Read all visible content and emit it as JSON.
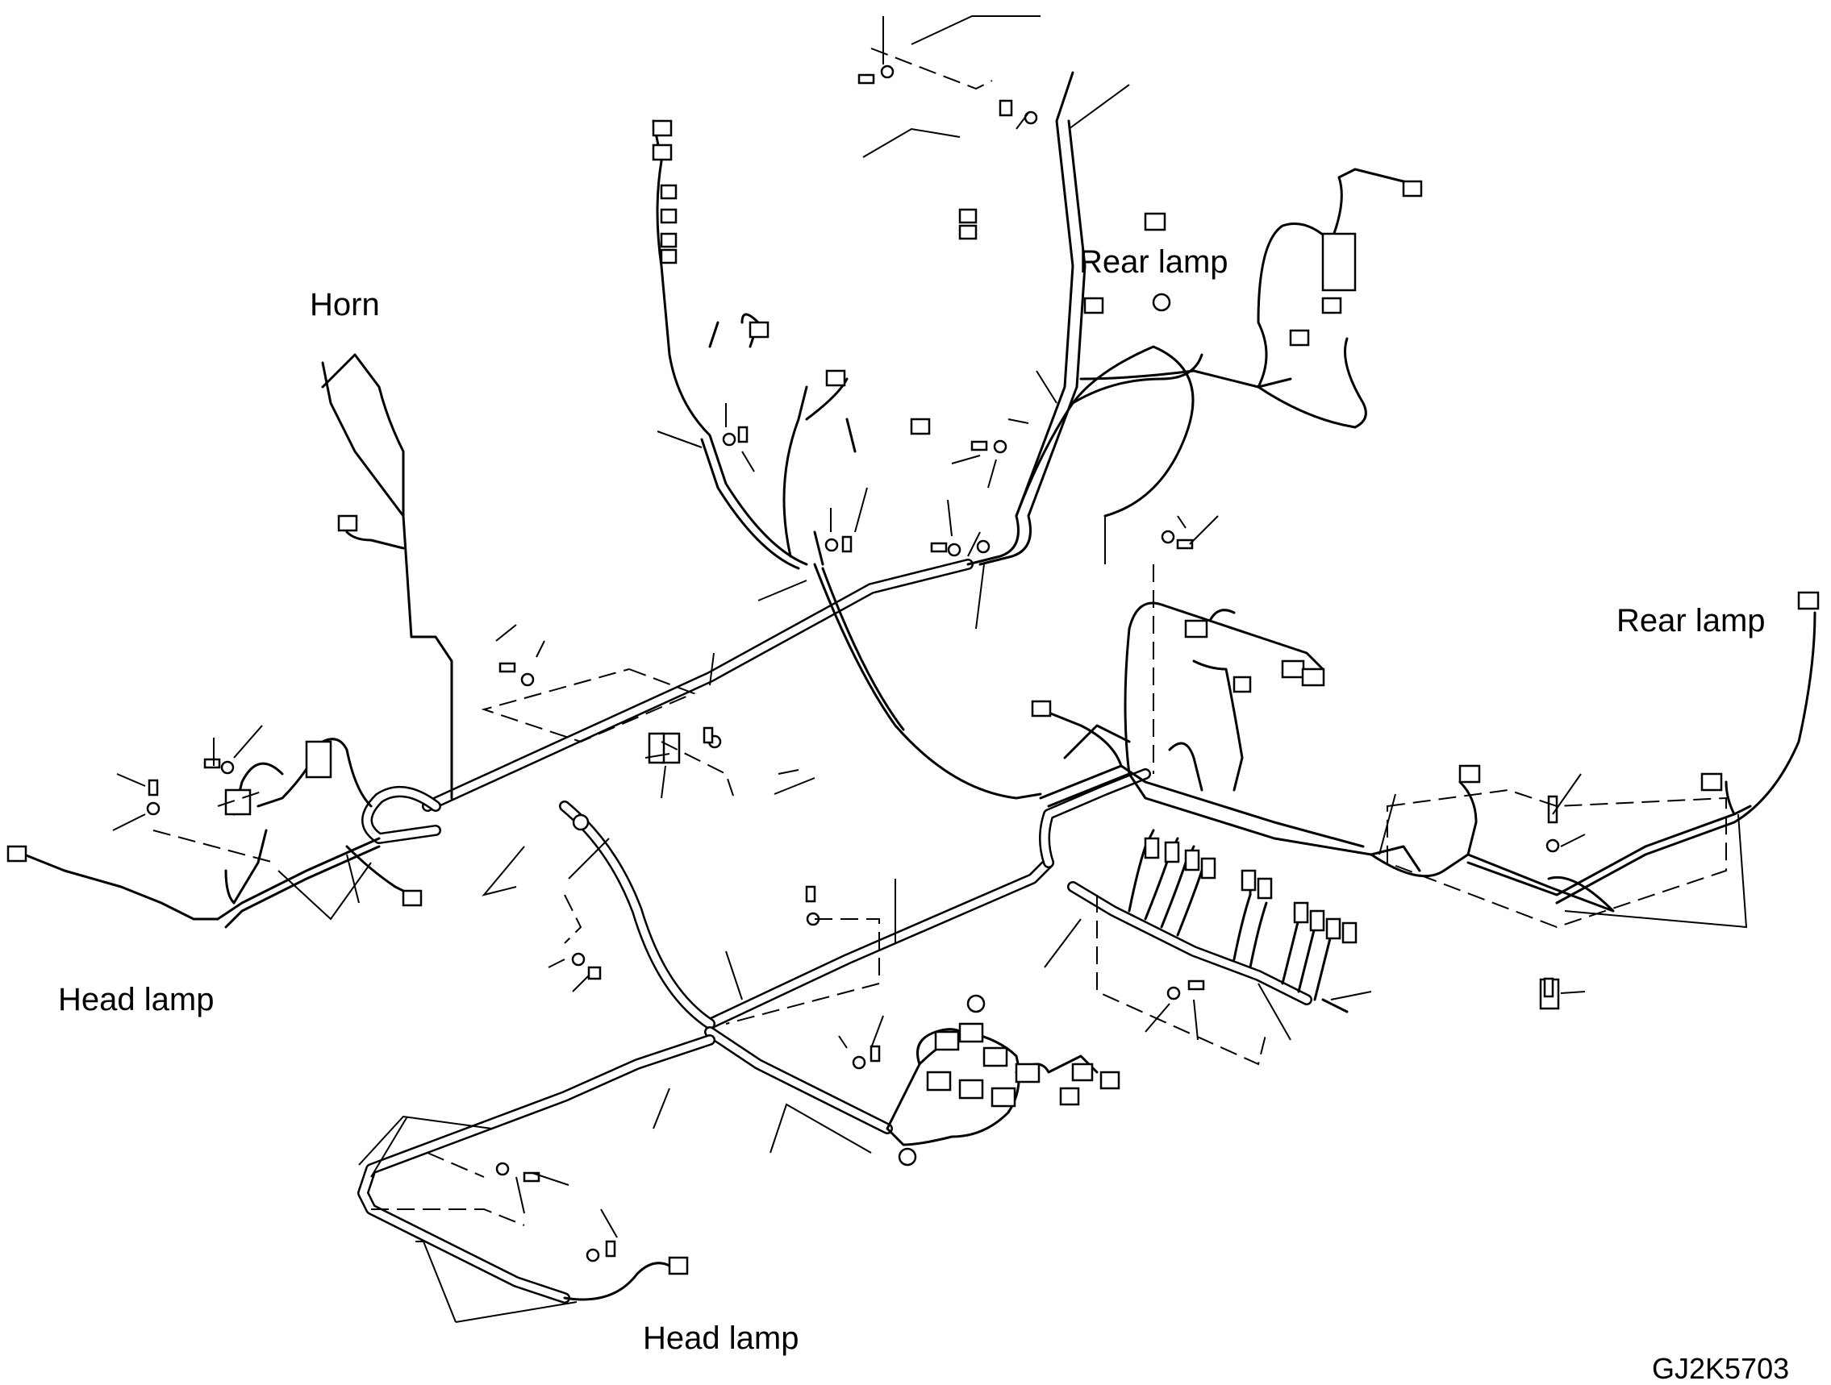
{
  "labels": {
    "horn": "Horn",
    "rear_lamp_top": "Rear lamp",
    "rear_lamp_right": "Rear lamp",
    "head_lamp_left": "Head lamp",
    "head_lamp_bottom": "Head lamp"
  },
  "drawing_code": "GJ2K5703"
}
